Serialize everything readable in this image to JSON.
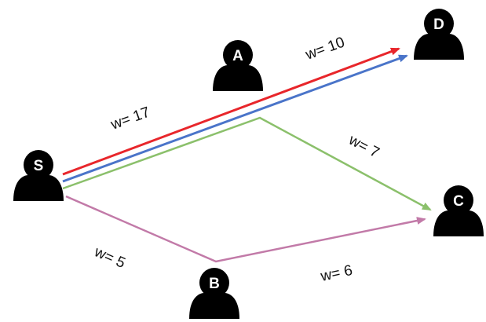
{
  "nodes": {
    "S": {
      "label": "S"
    },
    "A": {
      "label": "A"
    },
    "B": {
      "label": "B"
    },
    "C": {
      "label": "C"
    },
    "D": {
      "label": "D"
    }
  },
  "edges": {
    "s_d_weight": "w= 17",
    "a_d_weight": "w= 10",
    "a_c_weight": "w= 7",
    "s_b_weight": "w= 5",
    "b_c_weight": "w= 6"
  },
  "colors": {
    "red_path": "#e8262b",
    "blue_path": "#4a74c9",
    "green_path": "#8bc06b",
    "pink_path": "#c27aa8",
    "node_fill": "#000000",
    "node_letter": "#ffffff"
  }
}
